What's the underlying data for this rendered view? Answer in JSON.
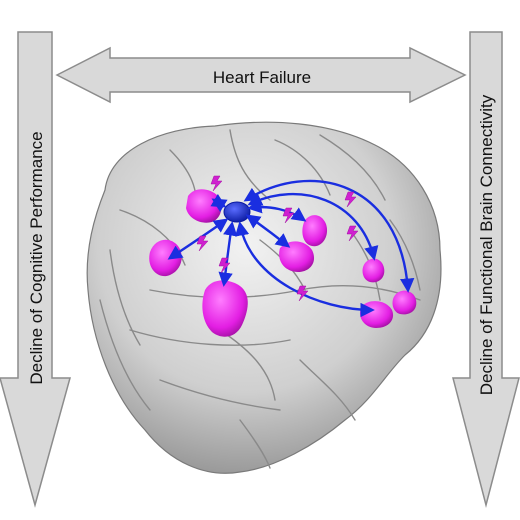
{
  "figure": {
    "top_label": "Heart Failure",
    "left_label": "Decline of Cognitive Performance",
    "right_label": "Decline of Functional Brain Connectivity"
  },
  "colors": {
    "arrow_fill": "#d9d9d9",
    "arrow_stroke": "#8c8c8c",
    "brain_light": "#e6e6e6",
    "brain_dark": "#8f8f8f",
    "region": "#e31ee3",
    "hub": "#1a2ee0",
    "connection": "#1a2ee0",
    "lightning": "#d020d0"
  },
  "icons": [
    "lightning-bolt-icon"
  ]
}
